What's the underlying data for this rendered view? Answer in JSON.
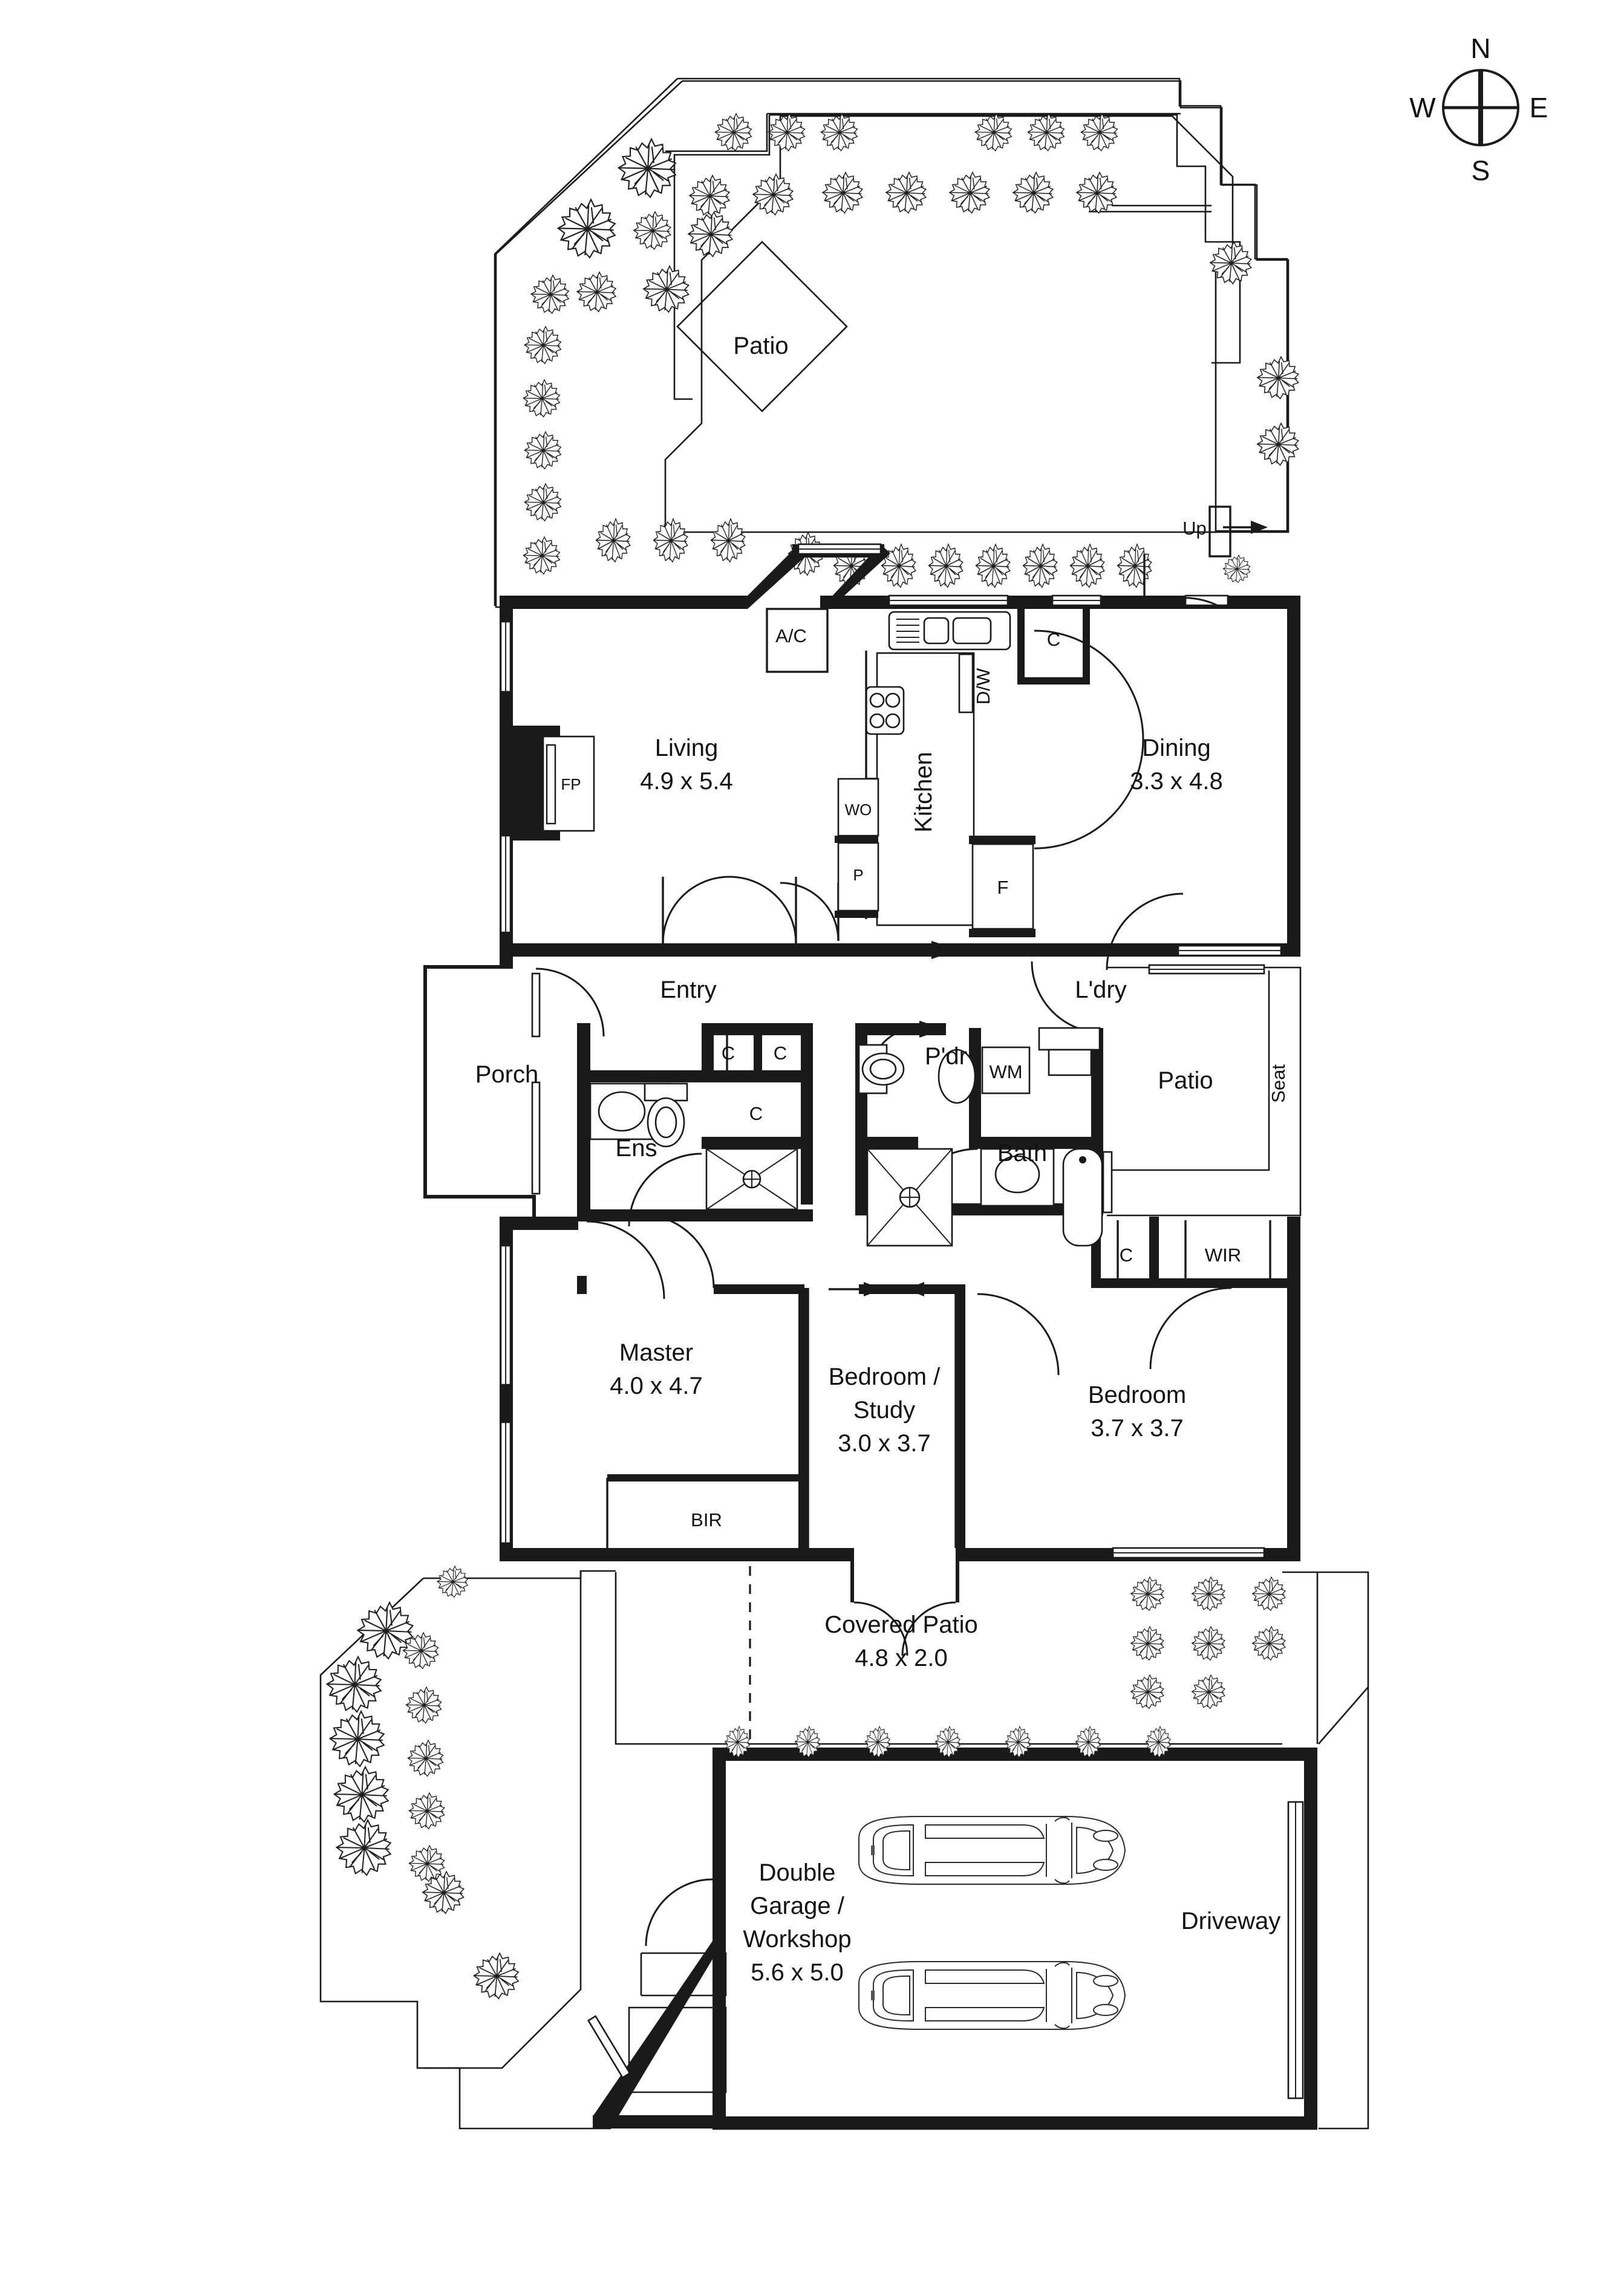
{
  "document": {
    "type": "residential-floor-plan",
    "orientation_marker": "compass-rose"
  },
  "compass": {
    "north": "N",
    "south": "S",
    "east": "E",
    "west": "W"
  },
  "rooms": [
    {
      "id": "patio_front",
      "name": "Patio",
      "dimensions": ""
    },
    {
      "id": "living",
      "name": "Living",
      "dimensions": "4.9 x 5.4"
    },
    {
      "id": "kitchen",
      "name": "Kitchen",
      "dimensions": ""
    },
    {
      "id": "dining",
      "name": "Dining",
      "dimensions": "3.3 x 4.8"
    },
    {
      "id": "entry",
      "name": "Entry",
      "dimensions": ""
    },
    {
      "id": "porch",
      "name": "Porch",
      "dimensions": ""
    },
    {
      "id": "ens",
      "name": "Ens",
      "dimensions": ""
    },
    {
      "id": "pdr",
      "name": "P'dr",
      "dimensions": ""
    },
    {
      "id": "ldry",
      "name": "L'dry",
      "dimensions": ""
    },
    {
      "id": "bath",
      "name": "Bath",
      "dimensions": ""
    },
    {
      "id": "patio_side",
      "name": "Patio",
      "dimensions": ""
    },
    {
      "id": "master",
      "name": "Master",
      "dimensions": "4.0 x 4.7"
    },
    {
      "id": "bedroom_study",
      "name": "Bedroom / Study",
      "dimensions": "3.0 x 3.7"
    },
    {
      "id": "bedroom2",
      "name": "Bedroom",
      "dimensions": "3.7 x 3.7"
    },
    {
      "id": "covered_patio",
      "name": "Covered Patio",
      "dimensions": "4.8 x 2.0"
    },
    {
      "id": "garage",
      "name": "Double Garage / Workshop",
      "dimensions": "5.6 x 5.0"
    },
    {
      "id": "driveway",
      "name": "Driveway",
      "dimensions": ""
    }
  ],
  "labels": {
    "patio_front": "Patio",
    "living_name": "Living",
    "living_dim": "4.9 x 5.4",
    "kitchen": "Kitchen",
    "dining_name": "Dining",
    "dining_dim": "3.3 x 4.8",
    "entry": "Entry",
    "porch": "Porch",
    "ens": "Ens",
    "pdr": "P'dr",
    "ldry": "L'dry",
    "bath": "Bath",
    "patio_side": "Patio",
    "seat": "Seat",
    "master_name": "Master",
    "master_dim": "4.0 x 4.7",
    "study_line1": "Bedroom /",
    "study_line2": "Study",
    "study_dim": "3.0 x 3.7",
    "bedroom2_name": "Bedroom",
    "bedroom2_dim": "3.7 x 3.7",
    "covered_patio_name": "Covered Patio",
    "covered_patio_dim": "4.8 x 2.0",
    "garage_line1": "Double",
    "garage_line2": "Garage /",
    "garage_line3": "Workshop",
    "garage_dim": "5.6 x 5.0",
    "driveway": "Driveway",
    "up": "Up"
  },
  "abbreviations": {
    "fireplace": "FP",
    "air_conditioner": "A/C",
    "dishwasher": "D/W",
    "wall_oven": "WO",
    "pantry": "P",
    "fridge": "F",
    "cupboard": "C",
    "washing_machine": "WM",
    "walk_in_robe": "WIR",
    "built_in_robe": "BIR"
  },
  "cupboards": [
    {
      "id": "c_kitchen",
      "label": "C"
    },
    {
      "id": "c_entry_1",
      "label": "C"
    },
    {
      "id": "c_entry_2",
      "label": "C"
    },
    {
      "id": "c_entry_3",
      "label": "C"
    },
    {
      "id": "c_hall",
      "label": "C"
    },
    {
      "id": "wir",
      "label": "WIR"
    },
    {
      "id": "bir",
      "label": "BIR"
    }
  ],
  "colors": {
    "wall": "#1a1a1a",
    "background": "#ffffff",
    "line": "#1f1f1f"
  }
}
